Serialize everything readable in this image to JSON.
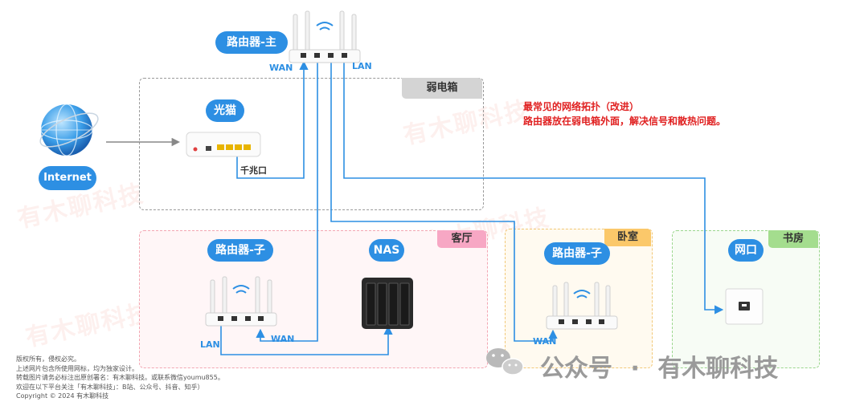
{
  "nodes": {
    "main_router": "路由器-主",
    "modem": "光猫",
    "internet": "Internet",
    "sub_router_living": "路由器-子",
    "nas": "NAS",
    "sub_router_bedroom": "路由器-子",
    "wall_port": "网口"
  },
  "zones": {
    "weak_box": "弱电箱",
    "living_room": "客厅",
    "bedroom": "卧室",
    "study": "书房"
  },
  "port_labels": {
    "main_wan": "WAN",
    "main_lan": "LAN",
    "gigabit": "千兆口",
    "living_lan": "LAN",
    "living_wan": "WAN",
    "bedroom_wan": "WAN"
  },
  "annotation": {
    "line1": "最常见的网络拓扑（改进）",
    "line2": "路由器放在弱电箱外面，解决信号和散热问题。"
  },
  "watermark": "有木聊科技",
  "footer_brand": {
    "prefix": "公众号",
    "separator": "·",
    "name": "有木聊科技"
  },
  "copyright": {
    "line1": "版权所有，侵权必究。",
    "line2": "上述网片包含所使用网标，均为独家设计。",
    "line3": "转载图片请务必标注出原创署名：有木聊科技。或联系微信youmu855。",
    "line4": "欢迎在以下平台关注「有木聊科技」：B站、公众号、抖音、知乎）",
    "line5": "Copyright © 2024 有木聊科技"
  },
  "colors": {
    "accent": "#2d8fe3",
    "annotation": "#e02020",
    "weak_box_border": "#9a9a9a",
    "living_room_border": "#f3a6b2",
    "bedroom_border": "#f2c877",
    "study_border": "#9bd68d"
  }
}
